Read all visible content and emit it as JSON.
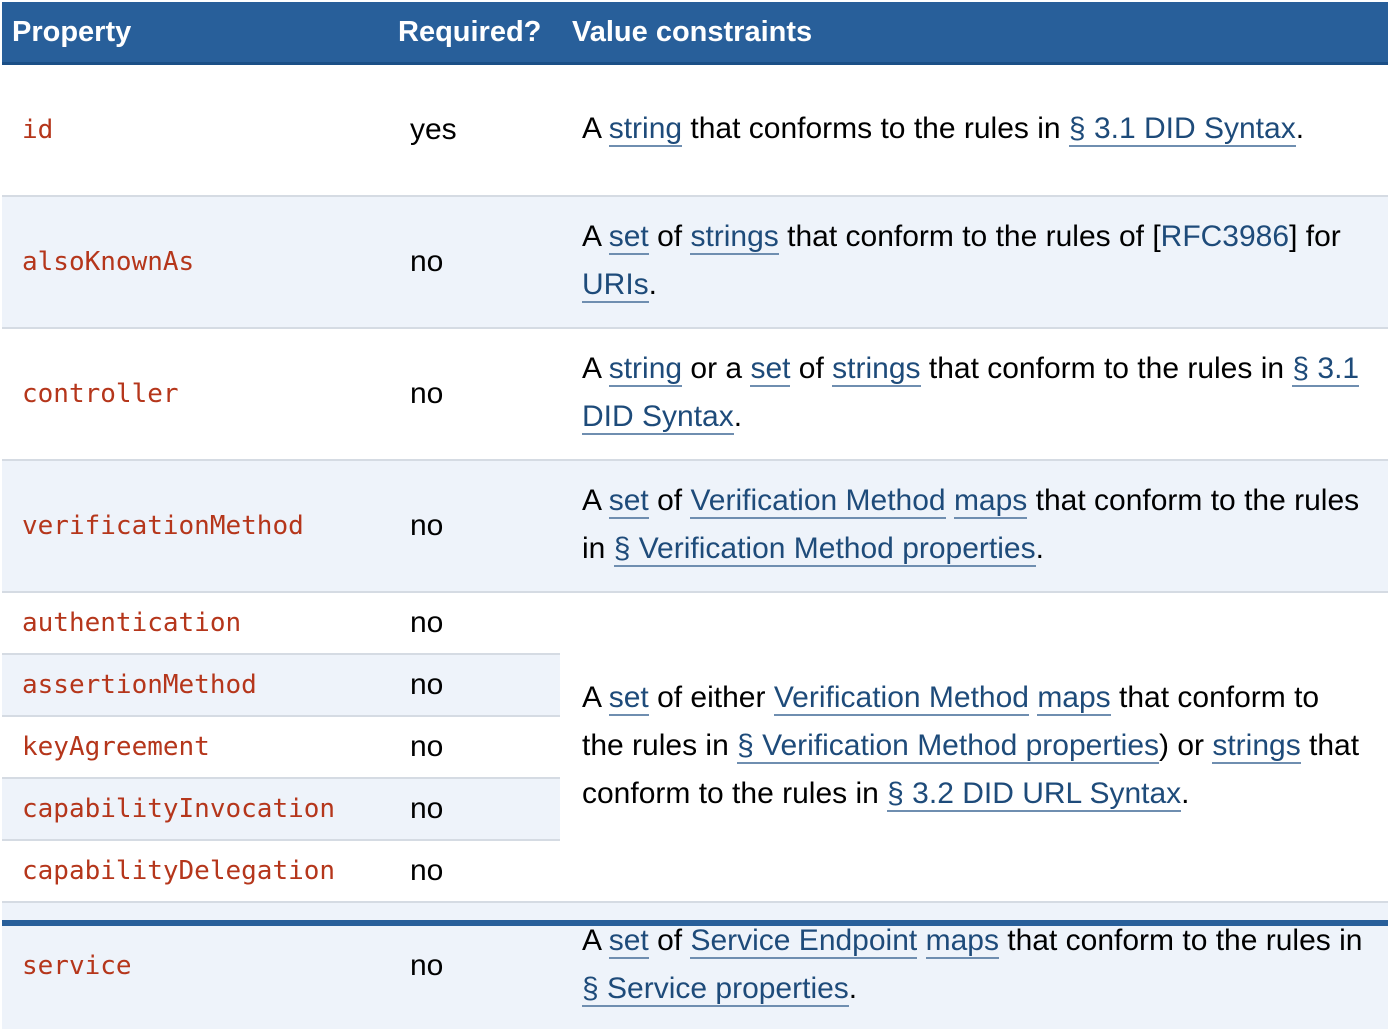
{
  "headers": {
    "property": "Property",
    "required": "Required?",
    "constraints": "Value constraints"
  },
  "rows": [
    {
      "property": "id",
      "required": "yes"
    },
    {
      "property": "alsoKnownAs",
      "required": "no"
    },
    {
      "property": "controller",
      "required": "no"
    },
    {
      "property": "verificationMethod",
      "required": "no"
    },
    {
      "property": "authentication",
      "required": "no"
    },
    {
      "property": "assertionMethod",
      "required": "no"
    },
    {
      "property": "keyAgreement",
      "required": "no"
    },
    {
      "property": "capabilityInvocation",
      "required": "no"
    },
    {
      "property": "capabilityDelegation",
      "required": "no"
    },
    {
      "property": "service",
      "required": "no"
    }
  ],
  "desc": {
    "id": {
      "t1": "A ",
      "l1": "string",
      "t2": " that conforms to the rules in ",
      "l2": "§ 3.1 DID Syntax",
      "t3": "."
    },
    "alsoKnownAs": {
      "t1": "A ",
      "l1": "set",
      "t2": " of ",
      "l2": "strings",
      "t3": " that conform to the rules of [",
      "l3": "RFC3986",
      "t4": "] for ",
      "l4": "URIs",
      "t5": "."
    },
    "controller": {
      "t1": "A ",
      "l1": "string",
      "t2": " or a ",
      "l2": "set",
      "t3": " of ",
      "l3": "strings",
      "t4": " that conform to the rules in ",
      "l4": "§ 3.1 DID Syntax",
      "t5": "."
    },
    "verificationMethod": {
      "t1": "A ",
      "l1": "set",
      "t2": " of ",
      "l2": "Verification Method",
      "t3": " ",
      "l3": "maps",
      "t4": " that conform to the rules in ",
      "l4": "§ Verification Method properties",
      "t5": "."
    },
    "relationships": {
      "t1": "A ",
      "l1": "set",
      "t2": " of either ",
      "l2": "Verification Method",
      "t3": " ",
      "l3": "maps",
      "t4": " that conform to the rules in ",
      "l4": "§ Verification Method properties",
      "t5": ") or ",
      "l5": "strings",
      "t6": " that conform to the rules in ",
      "l6": "§ 3.2 DID URL Syntax",
      "t7": "."
    },
    "service": {
      "t1": "A ",
      "l1": "set",
      "t2": " of ",
      "l2": "Service Endpoint",
      "t3": " ",
      "l3": "maps",
      "t4": " that conform to the rules in ",
      "l4": "§ Service properties",
      "t5": "."
    }
  }
}
